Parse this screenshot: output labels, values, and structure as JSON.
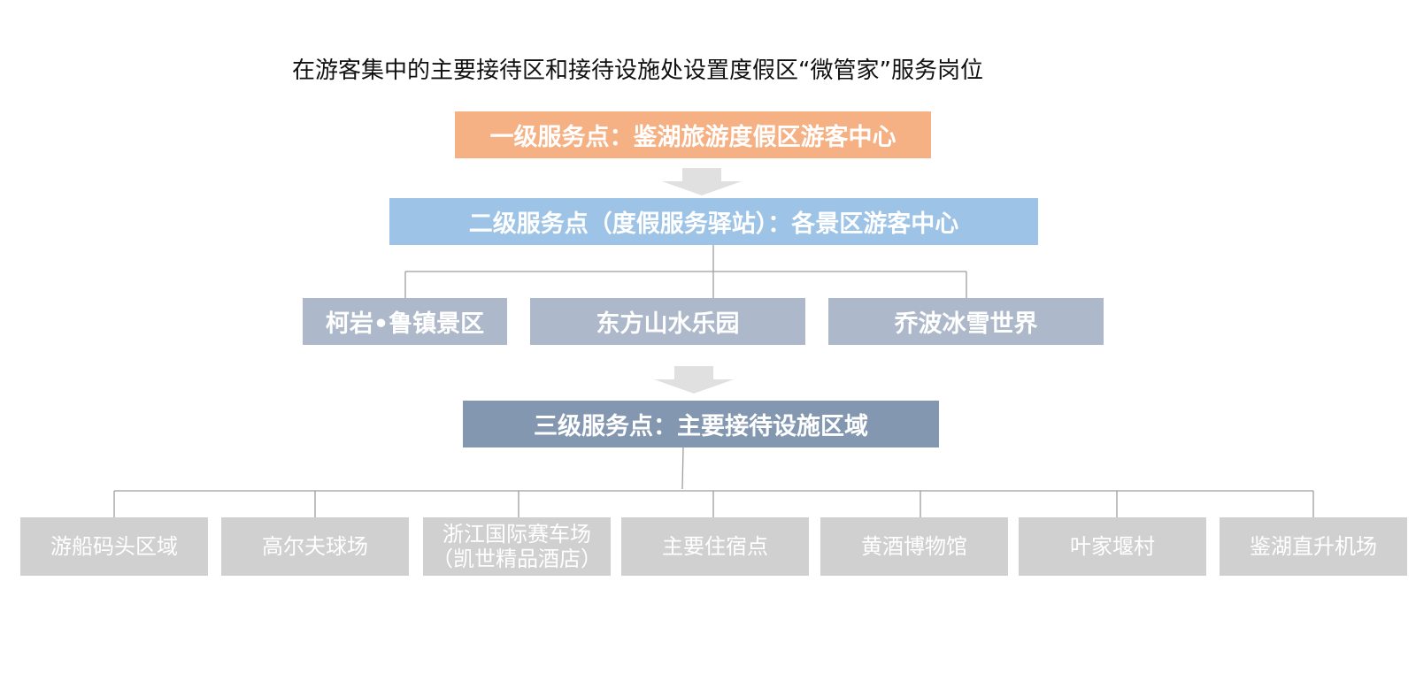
{
  "title": "在游客集中的主要接待区和接待设施处设置度假区“微管家”服务岗位",
  "colors": {
    "level1": "#F5B183",
    "level2": "#9DC3E6",
    "level2_children": "#ADB9CA",
    "level3": "#8497B0",
    "leaves": "#D0D0D0",
    "arrow": "#E0E0E0",
    "connector": "#9E9E9E"
  },
  "level1": {
    "label": "一级服务点：鉴湖旅游度假区游客中心"
  },
  "level2": {
    "label": "二级服务点（度假服务驿站）：各景区游客中心",
    "children": [
      "柯岩•鲁镇景区",
      "东方山水乐园",
      "乔波冰雪世界"
    ]
  },
  "level3": {
    "label": "三级服务点：主要接待设施区域",
    "children": [
      {
        "line1": "游船码头区域",
        "line2": ""
      },
      {
        "line1": "高尔夫球场",
        "line2": ""
      },
      {
        "line1": "浙江国际赛车场",
        "line2": "（凯世精品酒店）"
      },
      {
        "line1": "主要住宿点",
        "line2": ""
      },
      {
        "line1": "黄酒博物馆",
        "line2": ""
      },
      {
        "line1": "叶家堰村",
        "line2": ""
      },
      {
        "line1": "鉴湖直升机场",
        "line2": ""
      }
    ]
  }
}
